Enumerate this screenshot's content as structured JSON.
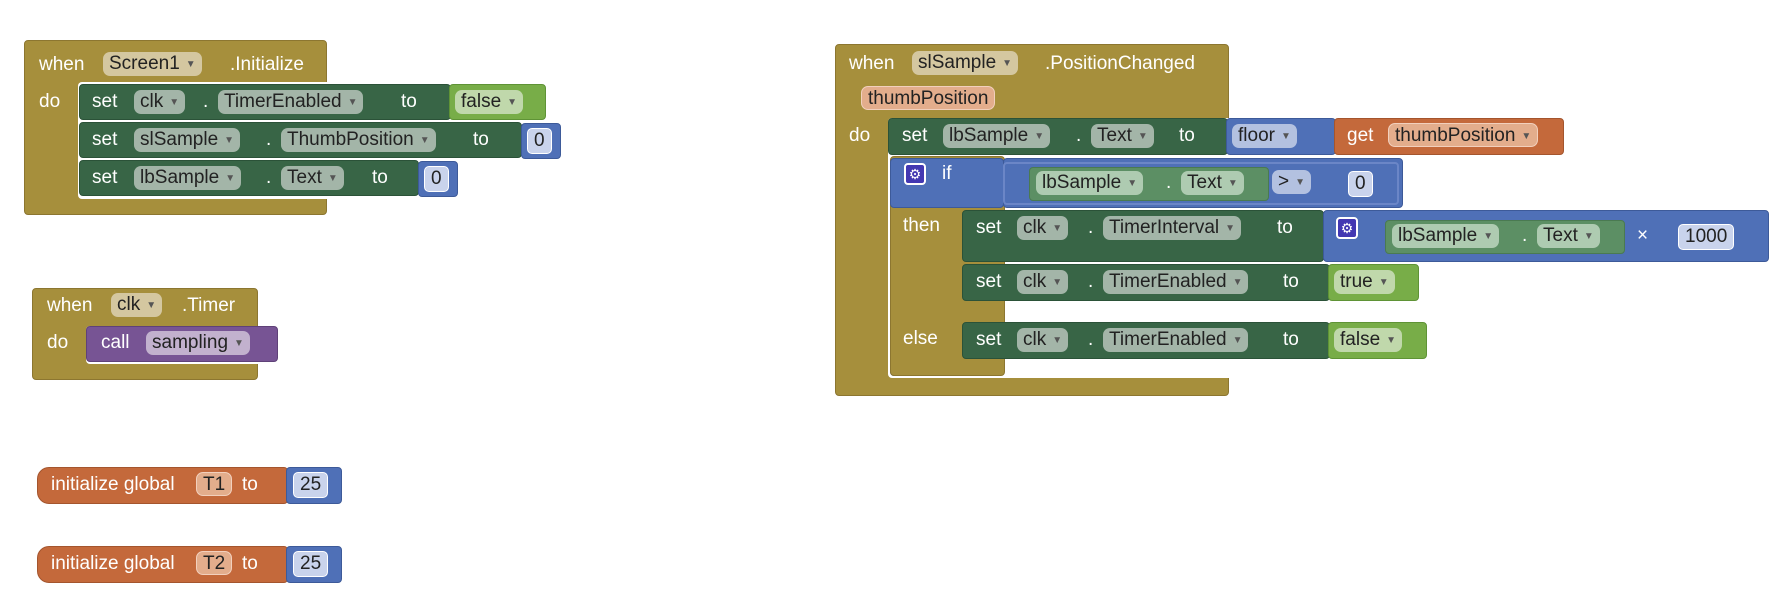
{
  "kw": {
    "when": "when",
    "do": "do",
    "set": "set",
    "to": "to",
    "dot": ".",
    "call": "call",
    "if": "if",
    "then": "then",
    "else": "else",
    "get": "get",
    "init_global": "initialize global",
    "times": "×",
    "gt": ">"
  },
  "screen_init": {
    "component": "Screen1",
    "event": ".Initialize",
    "rows": [
      {
        "component": "clk",
        "property": "TimerEnabled",
        "value": "false"
      },
      {
        "component": "slSample",
        "property": "ThumbPosition",
        "value": "0"
      },
      {
        "component": "lbSample",
        "property": "Text",
        "value": "0"
      }
    ]
  },
  "clk_timer": {
    "component": "clk",
    "event": ".Timer",
    "procedure": "sampling"
  },
  "globals": [
    {
      "name": "T1",
      "value": "25"
    },
    {
      "name": "T2",
      "value": "25"
    }
  ],
  "position_changed": {
    "component": "slSample",
    "event": ".PositionChanged",
    "param": "thumbPosition",
    "set1": {
      "component": "lbSample",
      "property": "Text",
      "func": "floor",
      "get_var": "thumbPosition"
    },
    "cond": {
      "component": "lbSample",
      "property": "Text",
      "op": ">",
      "value": "0"
    },
    "then1": {
      "component": "clk",
      "property": "TimerInterval",
      "mul_component": "lbSample",
      "mul_property": "Text",
      "mul_value": "1000"
    },
    "then2": {
      "component": "clk",
      "property": "TimerEnabled",
      "value": "true"
    },
    "else1": {
      "component": "clk",
      "property": "TimerEnabled",
      "value": "false"
    }
  },
  "colors": {
    "event": "#a68f3c",
    "setter": "#386546",
    "logic": "#78ad48",
    "math": "#4f70b7",
    "procedure": "#775494",
    "variable": "#c4693b"
  }
}
